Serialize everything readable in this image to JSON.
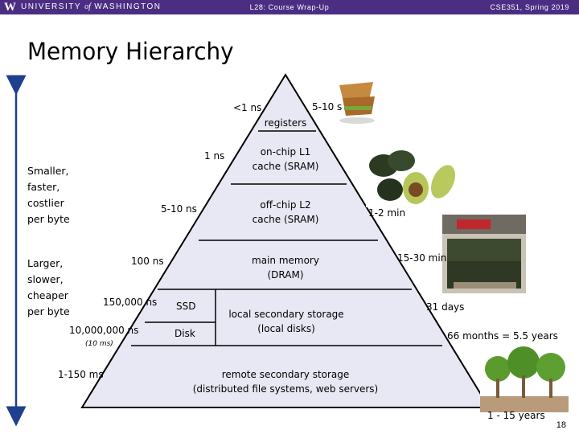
{
  "header": {
    "logo_letter": "W",
    "university": "UNIVERSITY",
    "of": "of",
    "washington": "WASHINGTON",
    "lecture": "L28: Course Wrap-Up",
    "course": "CSE351, Spring 2019"
  },
  "title": "Memory Hierarchy",
  "left_labels": {
    "top": [
      "Smaller,",
      "faster,",
      "costlier",
      "per byte"
    ],
    "bottom": [
      "Larger,",
      "slower,",
      "cheaper",
      "per byte"
    ]
  },
  "levels": {
    "registers": "registers",
    "l1": [
      "on-chip L1",
      "cache (SRAM)"
    ],
    "l2": [
      "off-chip L2",
      "cache (SRAM)"
    ],
    "main": [
      "main memory",
      "(DRAM)"
    ],
    "ssd": "SSD",
    "disk": "Disk",
    "local": [
      "local secondary storage",
      "(local disks)"
    ],
    "remote": [
      "remote secondary storage",
      "(distributed file systems, web servers)"
    ]
  },
  "latencies": {
    "registers": "<1 ns",
    "l1": "1 ns",
    "l2": "5-10 ns",
    "main": "100 ns",
    "ssd": "150,000 ns",
    "disk": "10,000,000 ns",
    "disk_note": "(10 ms)",
    "remote": "1-150 ms"
  },
  "analogy": {
    "registers": "5-10 s",
    "l2": "1-2 min",
    "main": "15-30 min",
    "ssd": "31 days",
    "disk": "66 months = 5.5 years",
    "remote": "1 - 15 years"
  },
  "colors": {
    "header": "#4b2e83",
    "pyramid_fill": "#e8e8f4",
    "arrow": "#1f3f8f"
  },
  "slide_number": "18"
}
